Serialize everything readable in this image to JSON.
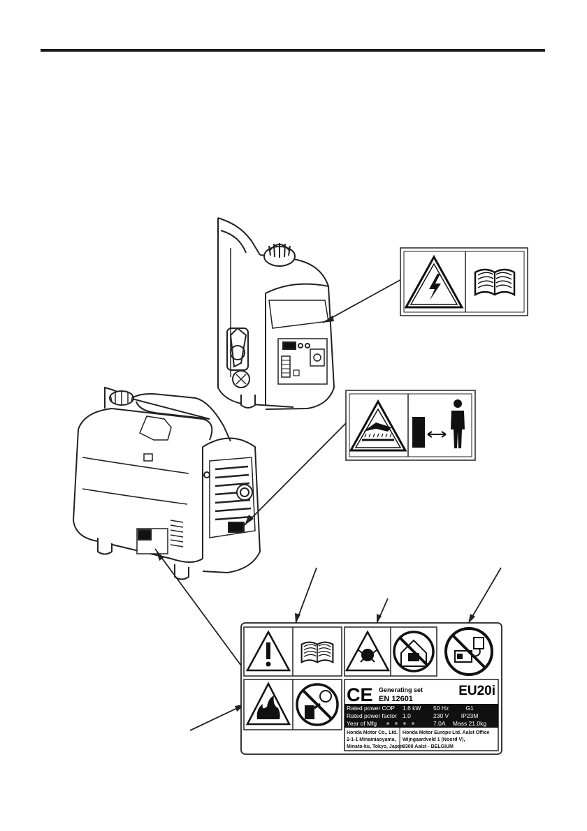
{
  "plate": {
    "model": "EU20i",
    "title_line1": "Generating set",
    "title_line2": "EN 12601",
    "ce_mark": "CE",
    "rows": [
      [
        "Rated power COP",
        "1.6 kW",
        "50 Hz",
        "G1"
      ],
      [
        "Rated power factor",
        "1.0",
        "230 V",
        "IP23M"
      ],
      [
        "Year of Mfg",
        "",
        "7.0A",
        "Mass 21.0kg"
      ]
    ],
    "maker": [
      "Honda Motor Co., Ltd.",
      "2-1-1 Minamiaoyama,",
      "Minato-ku, Tokyo, Japan"
    ],
    "europe": [
      "Honda Motor Europe Ltd. Aalst Office",
      "Wijngaardveld 1 (Noord V),",
      "9300 Aalst - BELGIUM"
    ]
  },
  "icons": [
    "electric-shock-warning-icon",
    "read-manual-icon",
    "hot-surface-warning-icon",
    "keep-distance-icon",
    "general-warning-icon",
    "exhaust-poisoning-icon",
    "no-indoor-use-icon",
    "no-mains-connection-icon",
    "fire-warning-icon",
    "no-refuel-running-icon"
  ]
}
